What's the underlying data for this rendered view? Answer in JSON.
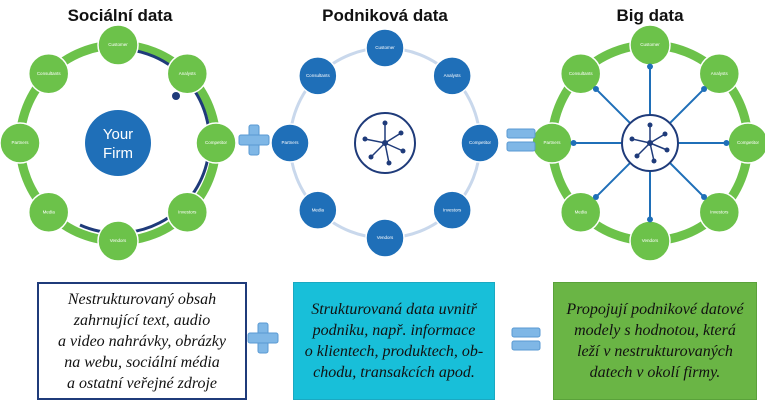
{
  "headings": {
    "social": "Sociální data",
    "business": "Podniková data",
    "big": "Big data"
  },
  "center_label": {
    "line1": "Your",
    "line2": "Firm"
  },
  "node_labels": {
    "top": "Customer",
    "top_right": "Analysts",
    "right": "Competitor",
    "bottom_right": "Investors",
    "bottom": "Vendors",
    "bottom_left": "Media",
    "left": "Partners",
    "top_left": "Consultants"
  },
  "boxes": {
    "social": [
      "Nestrukturovaný obsah",
      "zahrnující text, audio",
      "a video nahrávky, obrázky",
      "na webu, sociální média",
      "a ostatní veřejné zdroje"
    ],
    "business": [
      "Strukturovaná data uvnitř",
      "podniku, např. informace",
      "o klientech, produktech, ob-",
      "chodu, transakcích apod."
    ],
    "big": [
      "Propojují podnikové datové",
      "modely s hodnotou, která",
      "leží v nestrukturovaných",
      "datech v okolí firmy."
    ]
  },
  "operators": {
    "plus": "+",
    "equals": "="
  },
  "colors": {
    "green_node": "#6cc24a",
    "green_ring": "#6cc24a",
    "blue_node": "#1f6fb8",
    "blue_ring": "#c9d8ec",
    "dark_line": "#1f3b7a",
    "operator": "#7fb7e6",
    "cyan_box": "#18bfd9",
    "green_box": "#6ab545"
  }
}
